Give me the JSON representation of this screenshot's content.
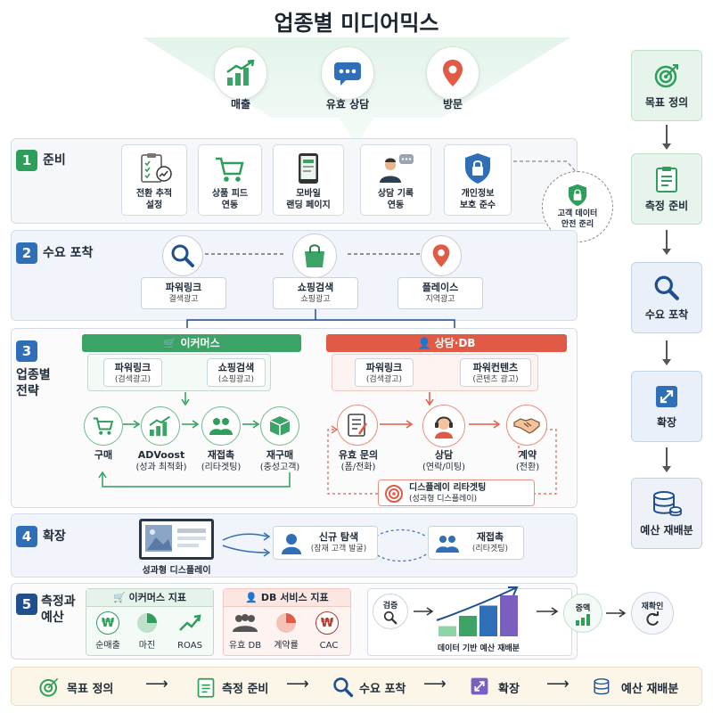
{
  "title": "업종별 미디어믹스",
  "top_goals": [
    "매출",
    "유효 상담",
    "방문"
  ],
  "s1": {
    "num": "1",
    "title": "준비",
    "cards": [
      {
        "l1": "전환 추적",
        "l2": "설정"
      },
      {
        "l1": "상품 피드",
        "l2": "연동"
      },
      {
        "l1": "모바일",
        "l2": "랜딩 페이지"
      },
      {
        "l1": "상담 기록",
        "l2": "연동"
      },
      {
        "l1": "개인정보",
        "l2": "보호 준수"
      }
    ],
    "badge_l1": "고객 데이터",
    "badge_l2": "안전 준리"
  },
  "s2": {
    "num": "2",
    "title": "수요 포착",
    "items": [
      {
        "l1": "파워링크",
        "l2": "결색광고"
      },
      {
        "l1": "쇼핑검색",
        "l2": "쇼핑광고"
      },
      {
        "l1": "플레이스",
        "l2": "지역광고"
      }
    ]
  },
  "s3": {
    "num": "3",
    "title_l1": "업종별",
    "title_l2": "전략",
    "ecom": {
      "header": "이커머스",
      "ads": [
        {
          "l1": "파워링크",
          "l2": "(검색광고)"
        },
        {
          "l1": "쇼핑검색",
          "l2": "(쇼핑광고)"
        }
      ],
      "nodes": [
        {
          "l1": "구매",
          "l2": ""
        },
        {
          "l1": "ADVoost",
          "l2": "(성과 최적화)"
        },
        {
          "l1": "재접촉",
          "l2": "(리타겟팅)"
        },
        {
          "l1": "재구매",
          "l2": "(충성고객)"
        }
      ]
    },
    "db": {
      "header": "상담·DB",
      "ads": [
        {
          "l1": "파워링크",
          "l2": "(검색광고)"
        },
        {
          "l1": "파워컨텐츠",
          "l2": "(콘텐츠 광고)"
        }
      ],
      "nodes": [
        {
          "l1": "유효 문의",
          "l2": "(폼/전화)"
        },
        {
          "l1": "상담",
          "l2": "(연락/미팅)"
        },
        {
          "l1": "계약",
          "l2": "(전환)"
        }
      ],
      "retarget_l1": "디스플레이 리타겟팅",
      "retarget_l2": "(성과형 디스플레이)"
    }
  },
  "s4": {
    "num": "4",
    "title": "확장",
    "display": "성과형 디스플레이",
    "new_l1": "신규 탐색",
    "new_l2": "(잠재 고객 발굴)",
    "re_l1": "재접촉",
    "re_l2": "(리타겟팅)"
  },
  "s5": {
    "num": "5",
    "title_l1": "측정과",
    "title_l2": "예산",
    "ecom_header": "이커머스 지표",
    "ecom_metrics": [
      "순매출",
      "마진",
      "ROAS"
    ],
    "db_header": "DB 서비스 지표",
    "db_metrics": [
      "유효 DB",
      "계약률",
      "CAC"
    ],
    "verify": "검증",
    "chart_label": "데이터 기반 예산 재배분",
    "increase": "증액",
    "recheck": "재확인"
  },
  "sidebar": [
    "목표 정의",
    "측정 준비",
    "수요 포착",
    "확장",
    "예산 재배분"
  ],
  "bottom_flow": [
    "목표 정의",
    "측정 준비",
    "수요 포착",
    "확장",
    "예산 재배분"
  ],
  "colors": {
    "green": "#2e9e5b",
    "blue": "#2f6fb8",
    "red": "#e05a45",
    "navy": "#1f4f8f"
  },
  "chart_data": {
    "type": "bar",
    "categories": [],
    "values": [
      1,
      2,
      3,
      4
    ],
    "title": "",
    "xlabel": "",
    "ylabel": ""
  }
}
